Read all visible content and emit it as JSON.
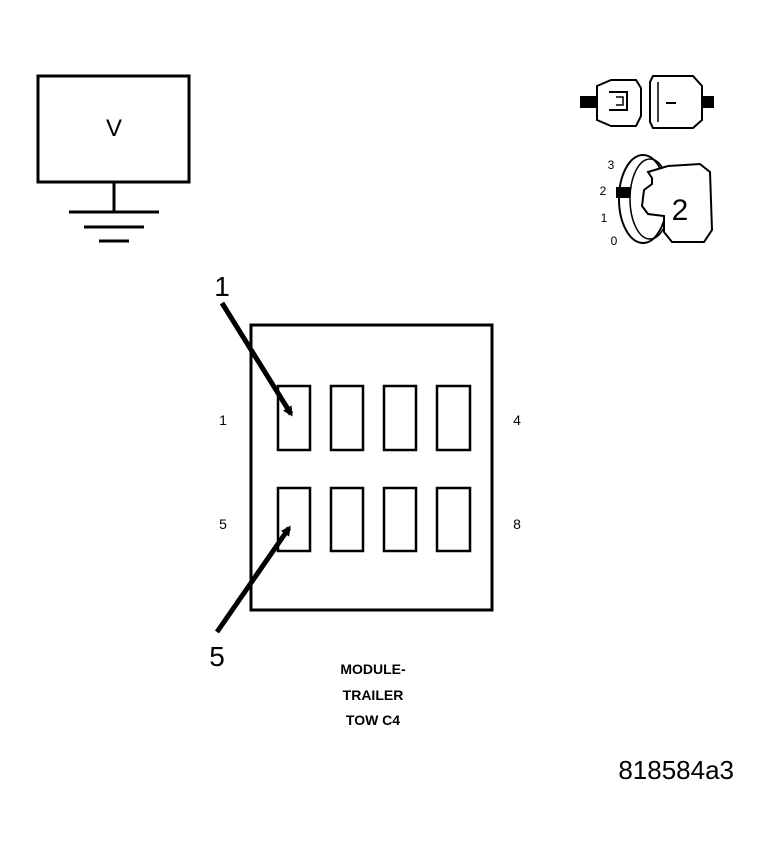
{
  "meter": {
    "symbol": "V"
  },
  "ignition": {
    "positions": [
      "3",
      "2",
      "1",
      "0"
    ],
    "selected": "2"
  },
  "connector": {
    "pin_labels": {
      "top_left": "1",
      "top_right": "4",
      "bottom_left": "5",
      "bottom_right": "8"
    },
    "callouts": {
      "upper": "1",
      "lower": "5"
    },
    "caption": [
      "MODULE-",
      "TRAILER",
      "TOW C4"
    ]
  },
  "figure_id": "818584a3"
}
